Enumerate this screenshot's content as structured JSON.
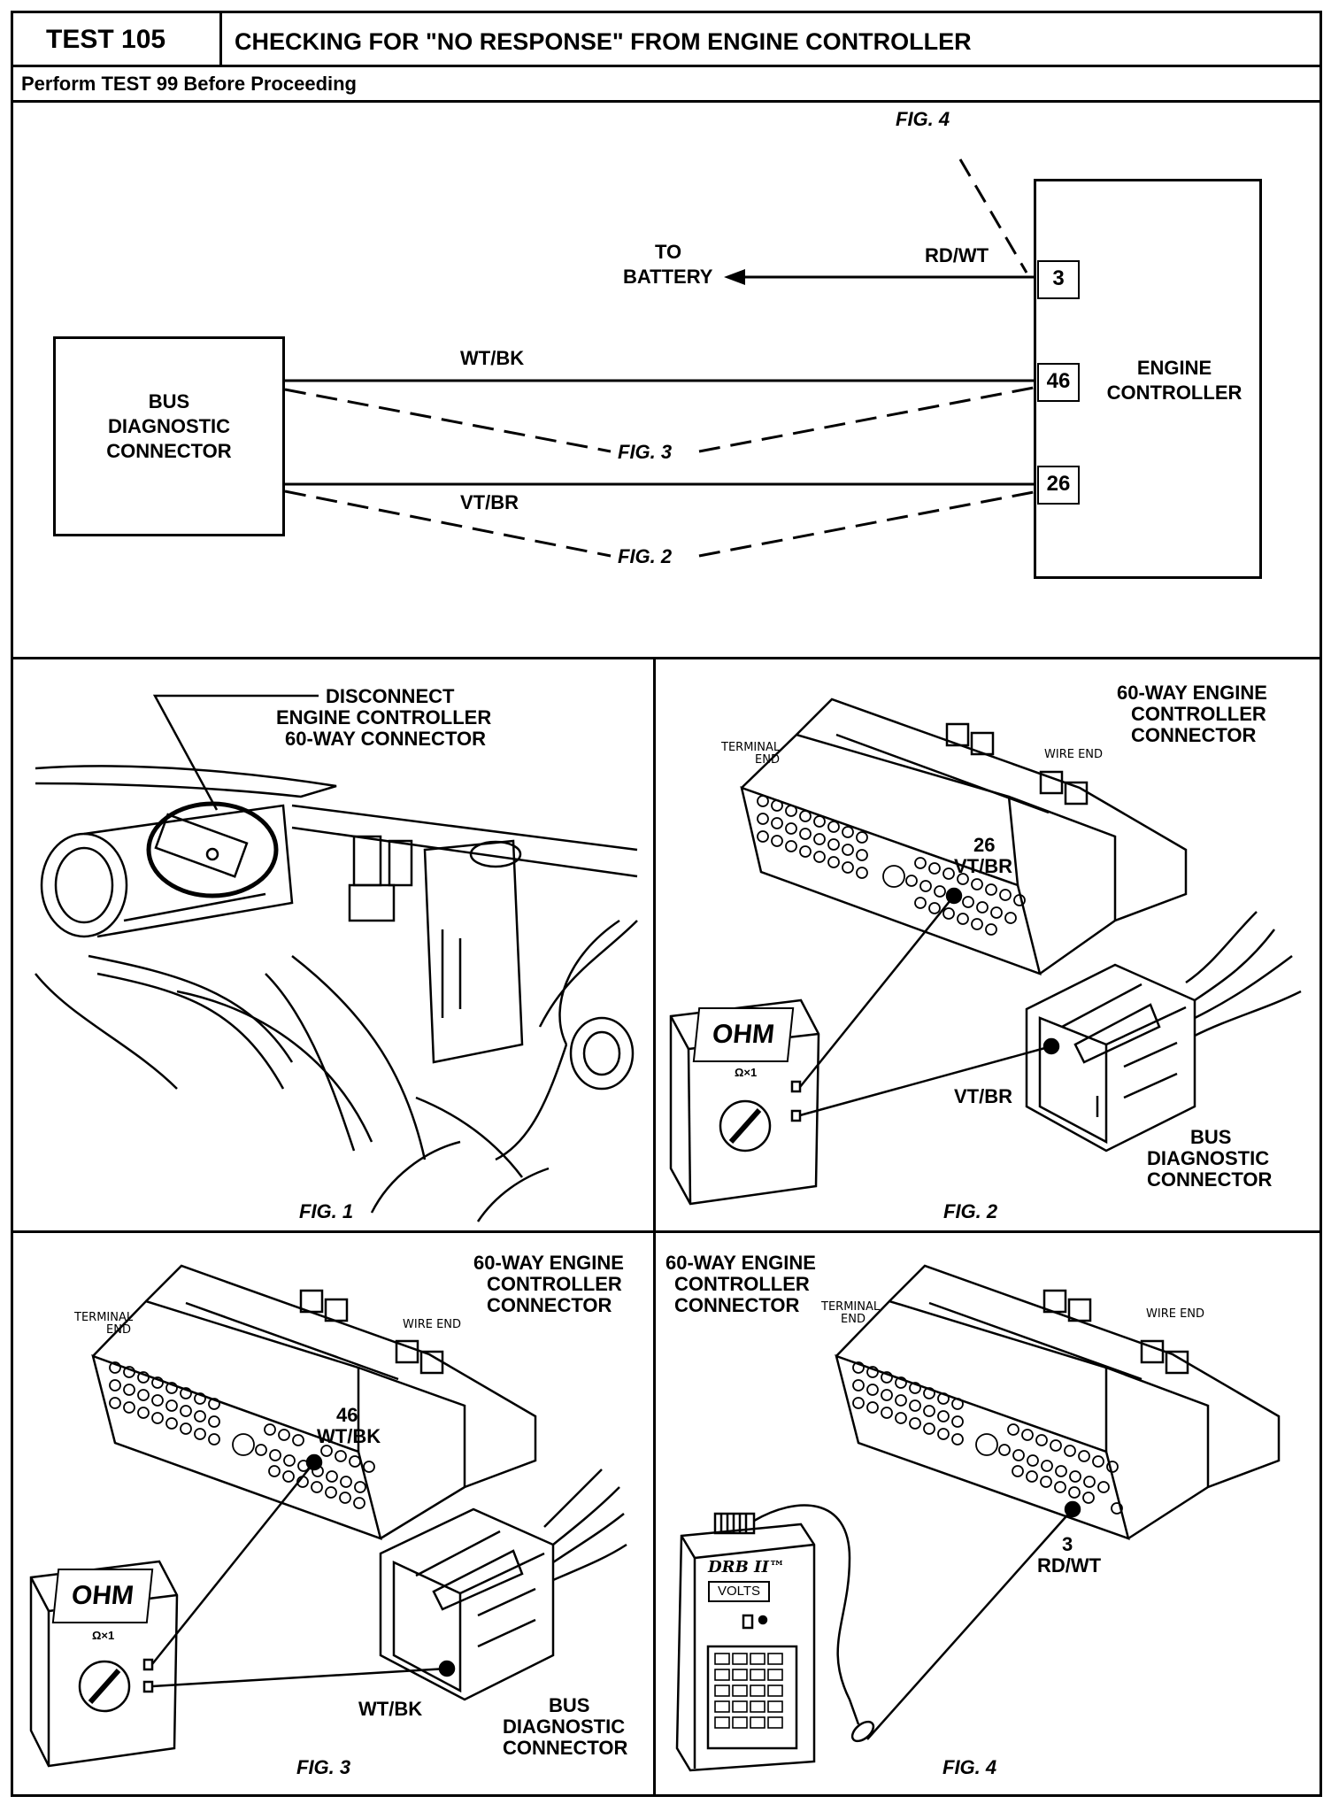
{
  "header": {
    "test_label": "TEST 105",
    "title": "CHECKING FOR \"NO RESPONSE\" FROM ENGINE CONTROLLER",
    "subtitle": "Perform TEST 99 Before Proceeding"
  },
  "schematic": {
    "fig4_ref": "FIG. 4",
    "to_battery": [
      "TO",
      "BATTERY"
    ],
    "rdwt_wire": "RD/WT",
    "wtbk_wire": "WT/BK",
    "vtbr_wire": "VT/BR",
    "fig3_ref": "FIG. 3",
    "fig2_ref": "FIG. 2",
    "bus_box": [
      "BUS",
      "DIAGNOSTIC",
      "CONNECTOR"
    ],
    "engine_box": [
      "ENGINE",
      "CONTROLLER"
    ],
    "pins": [
      "3",
      "46",
      "26"
    ]
  },
  "fig1": {
    "callout": [
      "DISCONNECT",
      "ENGINE CONTROLLER",
      "60-WAY CONNECTOR"
    ],
    "caption": "FIG. 1"
  },
  "fig2": {
    "connector_label": [
      "60-WAY ENGINE",
      "CONTROLLER",
      "CONNECTOR"
    ],
    "terminal_end": [
      "TERMINAL",
      "END"
    ],
    "wire_end": "WIRE END",
    "pin_label": [
      "26",
      "VT/BR"
    ],
    "meter_display": "OHM",
    "meter_range": "Ω×1",
    "wire_label": "VT/BR",
    "bus_label": [
      "BUS",
      "DIAGNOSTIC",
      "CONNECTOR"
    ],
    "caption": "FIG. 2"
  },
  "fig3": {
    "connector_label": [
      "60-WAY ENGINE",
      "CONTROLLER",
      "CONNECTOR"
    ],
    "terminal_end": [
      "TERMINAL",
      "END"
    ],
    "wire_end": "WIRE END",
    "pin_label": [
      "46",
      "WT/BK"
    ],
    "meter_display": "OHM",
    "meter_range": "Ω×1",
    "wire_label": "WT/BK",
    "bus_label": [
      "BUS",
      "DIAGNOSTIC",
      "CONNECTOR"
    ],
    "caption": "FIG. 3"
  },
  "fig4": {
    "connector_label": [
      "60-WAY ENGINE",
      "CONTROLLER",
      "CONNECTOR"
    ],
    "terminal_end": [
      "TERMINAL",
      "END"
    ],
    "wire_end": "WIRE END",
    "pin_label": [
      "3",
      "RD/WT"
    ],
    "tool_name": "DRB II™",
    "tool_display": "VOLTS",
    "caption": "FIG. 4"
  }
}
